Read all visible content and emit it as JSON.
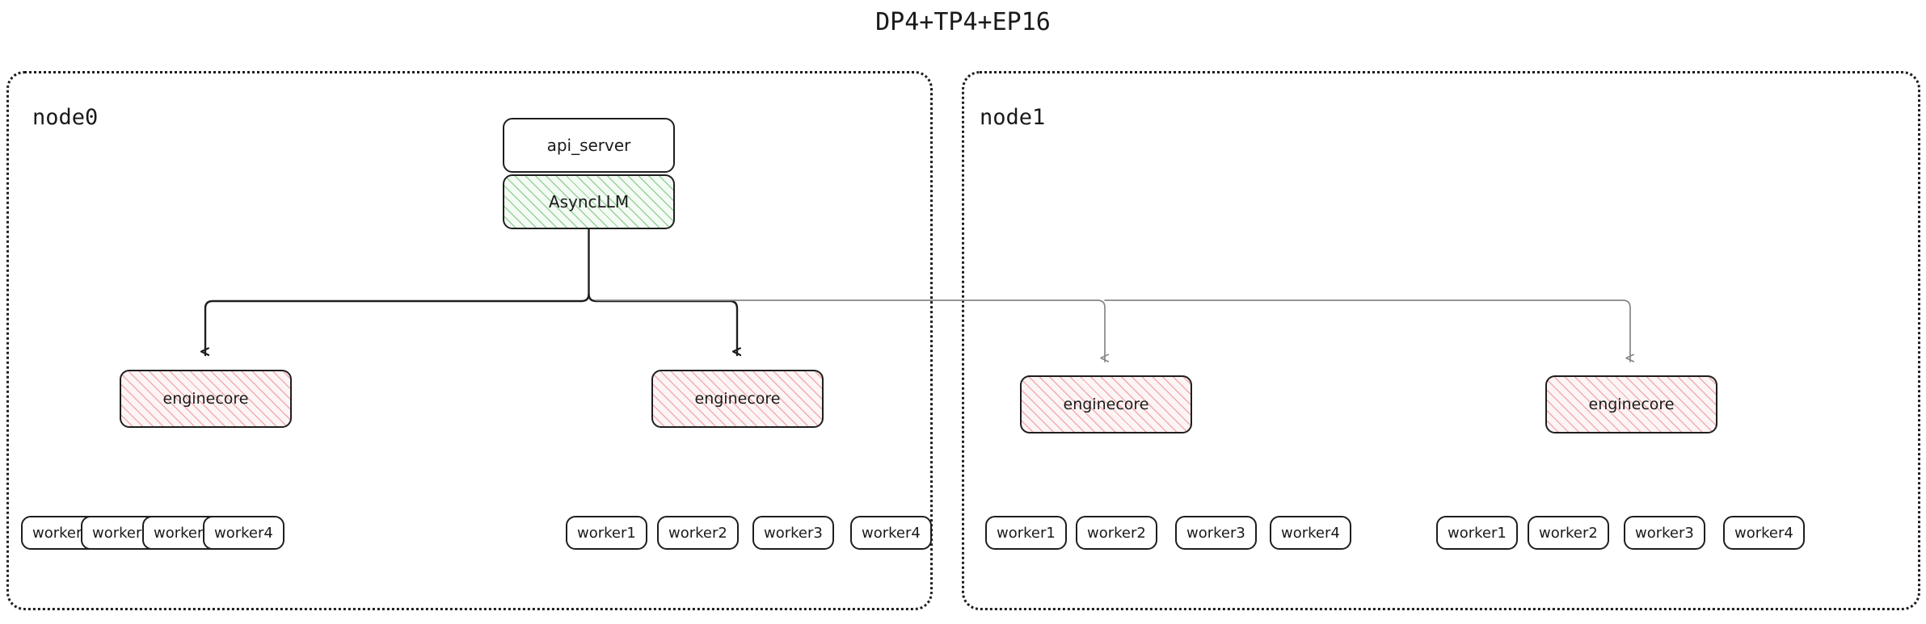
{
  "title": "DP4+TP4+EP16",
  "colors": {
    "stroke_dark": "#1e1e1e",
    "stroke_light": "#868686",
    "hatch_green": "#4caf50",
    "hatch_green_bg": "#f4fbf5",
    "hatch_pink": "#e57373",
    "hatch_pink_bg": "#fdf4f5",
    "box_fill": "#ffffff",
    "text": "#1a1a1a",
    "background": "#ffffff"
  },
  "nodes": [
    {
      "id": "node0",
      "label": "node0",
      "api_server": {
        "label": "api_server"
      },
      "async_llm": {
        "label": "AsyncLLM"
      },
      "enginecores": [
        {
          "label": "enginecore"
        },
        {
          "label": "enginecore"
        }
      ],
      "worker_groups": [
        {
          "workers": [
            {
              "label": "worker1"
            },
            {
              "label": "worker2"
            },
            {
              "label": "worker3"
            },
            {
              "label": "worker4"
            }
          ]
        },
        {
          "workers": [
            {
              "label": "worker1"
            },
            {
              "label": "worker2"
            },
            {
              "label": "worker3"
            },
            {
              "label": "worker4"
            }
          ]
        }
      ]
    },
    {
      "id": "node1",
      "label": "node1",
      "enginecores": [
        {
          "label": "enginecore"
        },
        {
          "label": "enginecore"
        }
      ],
      "worker_groups": [
        {
          "workers": [
            {
              "label": "worker1"
            },
            {
              "label": "worker2"
            },
            {
              "label": "worker3"
            },
            {
              "label": "worker4"
            }
          ]
        },
        {
          "workers": [
            {
              "label": "worker1"
            },
            {
              "label": "worker2"
            },
            {
              "label": "worker3"
            },
            {
              "label": "worker4"
            }
          ]
        }
      ]
    }
  ],
  "layout": {
    "worker_positions": {
      "node0_group0": [
        26,
        100,
        176,
        251
      ],
      "node0_group1": [
        700,
        813,
        931,
        1052
      ],
      "node1_group0": [
        1219,
        1331,
        1454,
        1571
      ],
      "node1_group1": [
        1777,
        1890,
        2009,
        2132
      ]
    }
  },
  "edges": [
    {
      "from": "AsyncLLM",
      "to": "node0.enginecore0",
      "style": "dark"
    },
    {
      "from": "AsyncLLM",
      "to": "node0.enginecore1",
      "style": "dark"
    },
    {
      "from": "AsyncLLM",
      "to": "node1.enginecore0",
      "style": "light"
    },
    {
      "from": "AsyncLLM",
      "to": "node1.enginecore1",
      "style": "light"
    }
  ]
}
